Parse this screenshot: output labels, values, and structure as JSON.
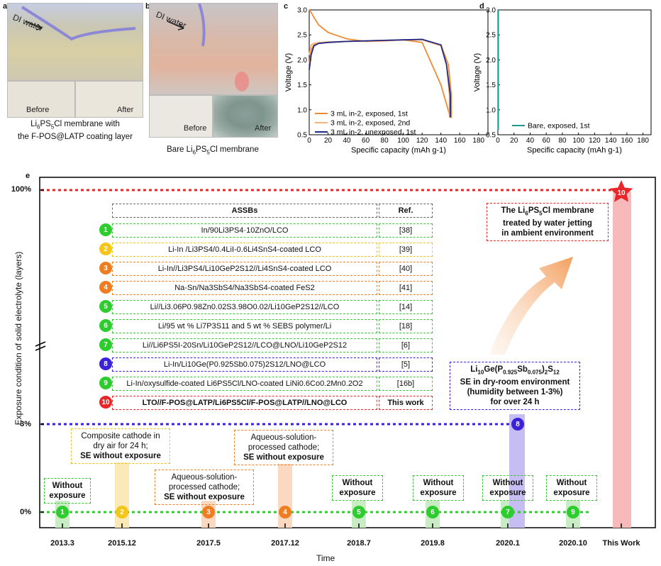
{
  "panel_a": {
    "label": "a",
    "arrow_text": "DI water",
    "before": "Before",
    "after": "After",
    "caption_line1": "Li6PS5Cl membrane with",
    "caption_line2": "the F-POS@LATP coating layer"
  },
  "panel_b": {
    "label": "b",
    "arrow_text": "DI water",
    "before": "Before",
    "after": "After",
    "caption": "Bare Li6PS5Cl membrane"
  },
  "panel_c": {
    "label": "c",
    "chart_data": {
      "type": "line",
      "xlabel": "Specific capacity (mAh g-1)",
      "ylabel": "Voltage (V)",
      "xlim": [
        0,
        190
      ],
      "ylim": [
        0.5,
        3.0
      ],
      "xticks": [
        "0",
        "20",
        "40",
        "60",
        "80",
        "100",
        "120",
        "140",
        "160",
        "180"
      ],
      "yticks": [
        "0.5",
        "1.0",
        "1.5",
        "2.0",
        "2.5",
        "3.0"
      ],
      "legend_position": "bottom-left",
      "series": [
        {
          "name": "3 mL in-2, exposed, 1st",
          "color": "#f28a30",
          "x": [
            0,
            2,
            5,
            10,
            20,
            40,
            60,
            80,
            100,
            120,
            140,
            148,
            151,
            151,
            150,
            140,
            120,
            100,
            80,
            60,
            40,
            20,
            10,
            5,
            2,
            0
          ],
          "y": [
            1.9,
            2.2,
            2.3,
            2.33,
            2.35,
            2.37,
            2.38,
            2.39,
            2.4,
            2.41,
            2.3,
            1.9,
            1.3,
            0.85,
            0.85,
            1.5,
            2.35,
            2.4,
            2.38,
            2.37,
            2.42,
            2.55,
            2.7,
            2.85,
            2.95,
            3.0
          ]
        },
        {
          "name": "3 mL in-2, exposed, 2nd",
          "color": "#f7b27a",
          "x": [
            0,
            2,
            5,
            10,
            20,
            40,
            60,
            80,
            100,
            120,
            140,
            146,
            149,
            149
          ],
          "y": [
            2.1,
            2.3,
            2.33,
            2.35,
            2.36,
            2.37,
            2.38,
            2.39,
            2.4,
            2.4,
            2.28,
            1.9,
            1.3,
            0.85
          ]
        },
        {
          "name": "3 mL in-2, unexposed, 1st",
          "color": "#1f2a8a",
          "x": [
            0,
            2,
            5,
            10,
            20,
            40,
            60,
            80,
            100,
            120,
            140,
            146,
            150,
            150
          ],
          "y": [
            1.8,
            2.1,
            2.28,
            2.33,
            2.35,
            2.37,
            2.38,
            2.39,
            2.4,
            2.41,
            2.3,
            1.9,
            1.3,
            0.85
          ]
        }
      ]
    }
  },
  "panel_d": {
    "label": "d",
    "chart_data": {
      "type": "line",
      "xlabel": "Specific capacity (mAh g-1)",
      "ylabel": "Voltage (V)",
      "xlim": [
        0,
        190
      ],
      "ylim": [
        0.5,
        3.0
      ],
      "xticks": [
        "0",
        "20",
        "40",
        "60",
        "80",
        "100",
        "120",
        "140",
        "160",
        "180"
      ],
      "yticks": [
        "0.5",
        "1.0",
        "1.5",
        "2.0",
        "2.5",
        "3.0"
      ],
      "legend_position": "bottom-center",
      "series": [
        {
          "name": "Bare, exposed, 1st",
          "color": "#1a9a8e",
          "x": [
            0.5,
            0.5
          ],
          "y": [
            0.6,
            3.0
          ]
        }
      ]
    }
  },
  "panel_e": {
    "label": "e",
    "ylabel": "Exposure condition of solid electrolyte (layers)",
    "xlabel": "Time",
    "y_levels": [
      "100%",
      "3%",
      "0%"
    ],
    "x_ticks": [
      "2013.3",
      "2015.12",
      "2017.5",
      "2017.12",
      "2018.7",
      "2019.8",
      "2020.1",
      "2020.10",
      "This Work"
    ],
    "table_header": {
      "assbs": "ASSBs",
      "ref": "Ref."
    },
    "rows": [
      {
        "num": "1",
        "text": "In/90Li3PS4·10ZnO/LCO",
        "ref": "[38]",
        "color": "#2ecc2e",
        "border": "#3ac43a"
      },
      {
        "num": "2",
        "text": "Li-In /Li3PS4/0.4LiI-0.6Li4SnS4-coated LCO",
        "ref": "[39]",
        "color": "#f5c518",
        "border": "#f0c419"
      },
      {
        "num": "3",
        "text": "Li-In//Li3PS4/Li10GeP2S12//Li4SnS4-coated LCO",
        "ref": "[40]",
        "color": "#ef7d22",
        "border": "#ef7d22"
      },
      {
        "num": "4",
        "text": "Na-Sn/Na3SbS4/Na3SbS4-coated FeS2",
        "ref": "[41]",
        "color": "#ef7d22",
        "border": "#ef7d22"
      },
      {
        "num": "5",
        "text": "Li//Li3.06P0.98Zn0.02S3.98O0.02/Li10GeP2S12//LCO",
        "ref": "[14]",
        "color": "#2ecc2e",
        "border": "#3ac43a"
      },
      {
        "num": "6",
        "text": "Li/95 wt % Li7P3S11 and 5 wt % SEBS polymer/Li",
        "ref": "[18]",
        "color": "#2ecc2e",
        "border": "#3ac43a"
      },
      {
        "num": "7",
        "text": "Li//Li6PS5I-20Sn/Li10GeP2S12//LCO@LNO/Li10GeP2S12",
        "ref": "[6]",
        "color": "#2ecc2e",
        "border": "#3ac43a"
      },
      {
        "num": "8",
        "text": "Li-In/Li10Ge(P0.925Sb0.075)2S12/LNO@LCO",
        "ref": "[5]",
        "color": "#3b22d8",
        "border": "#3b22d8"
      },
      {
        "num": "9",
        "text": "Li-In/oxysulfide-coated Li6PS5Cl/LNO-coated LiNi0.6Co0.2Mn0.2O2",
        "ref": "[16b]",
        "color": "#2ecc2e",
        "border": "#3ac43a"
      },
      {
        "num": "10",
        "text": "LTO//F-POS@LATP/Li6PS5Cl/F-POS@LATP//LNO@LCO",
        "ref": "This work",
        "color": "#e8262a",
        "border": "#e8262a"
      }
    ],
    "annotations": {
      "red_box_line1": "The Li6PS5Cl membrane",
      "red_box_line2": "treated by water jetting",
      "red_box_line3": "in ambient environment",
      "blue_box_line1": "Li10Ge(P0.925Sb0.075)2S12",
      "blue_box_line2": "SE in dry-room environment",
      "blue_box_line3": "(humidity between 1-3%)",
      "blue_box_line4": "for over 24 h",
      "yellow_box_line1": "Composite cathode in",
      "yellow_box_line2": "dry air for 24 h;",
      "yellow_box_line3": "SE without exposure",
      "orange1_line1": "Aqueous-solution-",
      "orange1_line2": "processed cathode;",
      "orange1_line3": "SE without exposure",
      "orange2_line1": "Aqueous-solution-",
      "orange2_line2": "processed cathode;",
      "orange2_line3": "SE without exposure",
      "without_exposure_1": "Without",
      "without_exposure_2": "exposure"
    }
  },
  "colors": {
    "green": "#2ecc2e",
    "yellow": "#f5c518",
    "orange": "#ef7d22",
    "blue": "#3b22d8",
    "red": "#e8262a",
    "pink_bar": "#f7b9b9",
    "purple_bar": "#c6bdf3"
  }
}
